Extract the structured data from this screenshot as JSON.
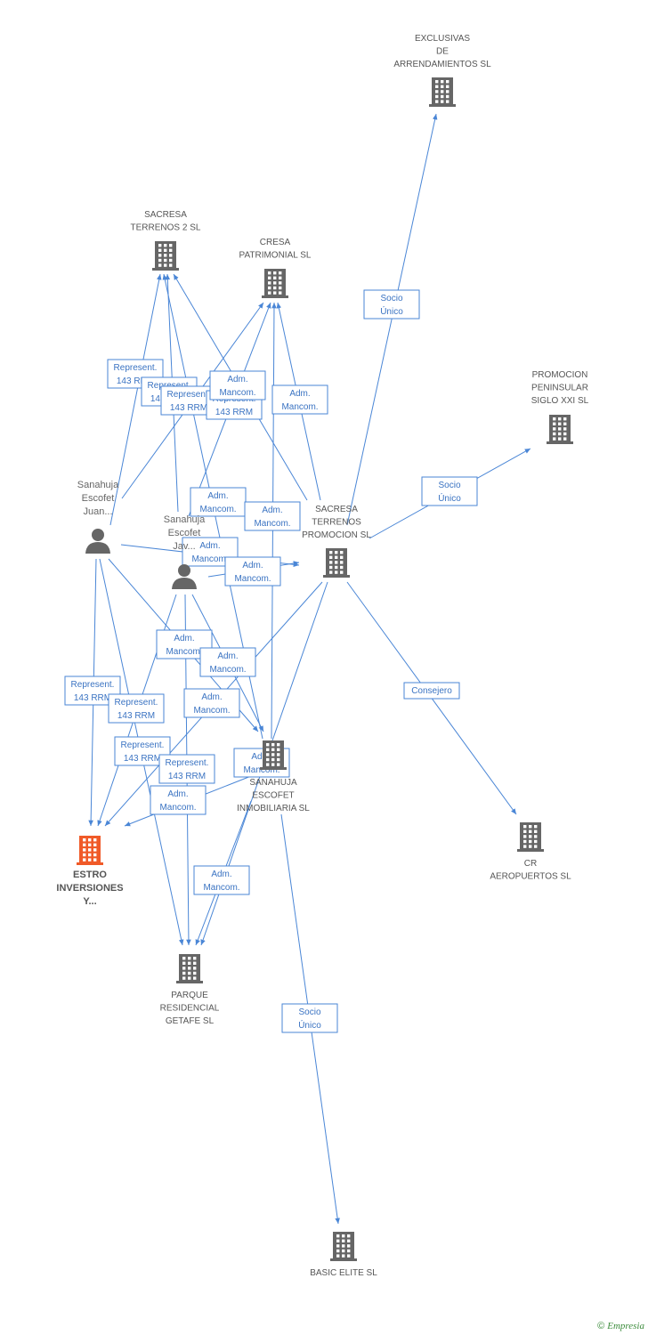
{
  "colors": {
    "edge": "#4a86d6",
    "company": "#666666",
    "focus": "#f05a28",
    "person": "#666666",
    "brand": "#3c8c3c"
  },
  "nodes": [
    {
      "id": "exclusivas",
      "type": "company",
      "icon": "building-icon",
      "label": [
        "EXCLUSIVAS",
        "DE",
        "ARRENDAMIENTOS SL"
      ]
    },
    {
      "id": "sacresa2",
      "type": "company",
      "icon": "building-icon",
      "label": [
        "SACRESA",
        "TERRENOS 2 SL"
      ]
    },
    {
      "id": "cresa",
      "type": "company",
      "icon": "building-icon",
      "label": [
        "CRESA",
        "PATRIMONIAL SL"
      ]
    },
    {
      "id": "promocion",
      "type": "company",
      "icon": "building-icon",
      "label": [
        "PROMOCION",
        "PENINSULAR",
        "SIGLO XXI SL"
      ]
    },
    {
      "id": "juan",
      "type": "person",
      "icon": "person-icon",
      "label": [
        "Sanahuja",
        "Escofet",
        "Juan..."
      ]
    },
    {
      "id": "javier",
      "type": "person",
      "icon": "person-icon",
      "label": [
        "Sanahuja",
        "Escofet",
        "Jav..."
      ]
    },
    {
      "id": "sacresaprom",
      "type": "company",
      "icon": "building-icon",
      "label": [
        "SACRESA",
        "TERRENOS",
        "PROMOCION SL"
      ]
    },
    {
      "id": "inmobiliaria",
      "type": "company",
      "icon": "building-icon",
      "label": [
        "SANAHUJA",
        "ESCOFET",
        "INMOBILIARIA SL"
      ]
    },
    {
      "id": "estro",
      "type": "focus",
      "icon": "building-icon",
      "label": [
        "ESTRO",
        "INVERSIONES",
        "Y..."
      ]
    },
    {
      "id": "cr",
      "type": "company",
      "icon": "building-icon",
      "label": [
        "CR",
        "AEROPUERTOS SL"
      ]
    },
    {
      "id": "parque",
      "type": "company",
      "icon": "building-icon",
      "label": [
        "PARQUE",
        "RESIDENCIAL",
        "GETAFE SL"
      ]
    },
    {
      "id": "basic",
      "type": "company",
      "icon": "building-icon",
      "label": [
        "BASIC ELITE SL"
      ]
    }
  ],
  "edges": [
    {
      "from": "sacresaprom",
      "to": "exclusivas",
      "label": [
        "Socio",
        "Único"
      ]
    },
    {
      "from": "sacresaprom",
      "to": "promocion",
      "label": [
        "Socio",
        "Único"
      ]
    },
    {
      "from": "sacresaprom",
      "to": "cr",
      "label": [
        "Consejero"
      ]
    },
    {
      "from": "inmobiliaria",
      "to": "basic",
      "label": [
        "Socio",
        "Único"
      ]
    },
    {
      "from": "juan",
      "to": "sacresa2",
      "label": [
        "Represent.",
        "143 RRM"
      ]
    },
    {
      "from": "javier",
      "to": "sacresa2",
      "label": [
        "Represent.",
        "143 RRM"
      ]
    },
    {
      "from": "juan",
      "to": "cresa",
      "label": [
        "Represent.",
        "143 RRM"
      ]
    },
    {
      "from": "javier",
      "to": "cresa",
      "label": [
        "Represent.",
        "143 RRM"
      ]
    },
    {
      "from": "sacresaprom",
      "to": "sacresa2",
      "label": [
        "Adm.",
        "Mancom."
      ]
    },
    {
      "from": "sacresaprom",
      "to": "cresa",
      "label": [
        "Adm.",
        "Mancom."
      ]
    },
    {
      "from": "inmobiliaria",
      "to": "sacresa2",
      "label": [
        "Adm.",
        "Mancom."
      ]
    },
    {
      "from": "inmobiliaria",
      "to": "cresa",
      "label": [
        "Adm.",
        "Mancom."
      ]
    },
    {
      "from": "juan",
      "to": "sacresaprom",
      "label": [
        "Adm.",
        "Mancom."
      ]
    },
    {
      "from": "javier",
      "to": "sacresaprom",
      "label": [
        "Adm.",
        "Mancom."
      ]
    },
    {
      "from": "juan",
      "to": "inmobiliaria",
      "label": [
        "Adm.",
        "Mancom."
      ]
    },
    {
      "from": "javier",
      "to": "inmobiliaria",
      "label": [
        "Adm.",
        "Mancom."
      ]
    },
    {
      "from": "juan",
      "to": "estro",
      "label": [
        "Represent.",
        "143 RRM"
      ]
    },
    {
      "from": "javier",
      "to": "estro",
      "label": [
        "Represent.",
        "143 RRM"
      ]
    },
    {
      "from": "juan",
      "to": "parque",
      "label": [
        "Represent.",
        "143 RRM"
      ]
    },
    {
      "from": "javier",
      "to": "parque",
      "label": [
        "Represent.",
        "143 RRM"
      ]
    },
    {
      "from": "sacresaprom",
      "to": "estro",
      "label": [
        "Adm.",
        "Mancom."
      ]
    },
    {
      "from": "inmobiliaria",
      "to": "estro",
      "label": [
        "Adm.",
        "Mancom."
      ]
    },
    {
      "from": "inmobiliaria",
      "to": "parque",
      "label": [
        "Adm.",
        "Mancom."
      ]
    },
    {
      "from": "sacresaprom",
      "to": "parque",
      "label": [
        "Adm.",
        "Mancom."
      ]
    }
  ],
  "footer": {
    "copyright": "©",
    "brand": "Empresia"
  }
}
